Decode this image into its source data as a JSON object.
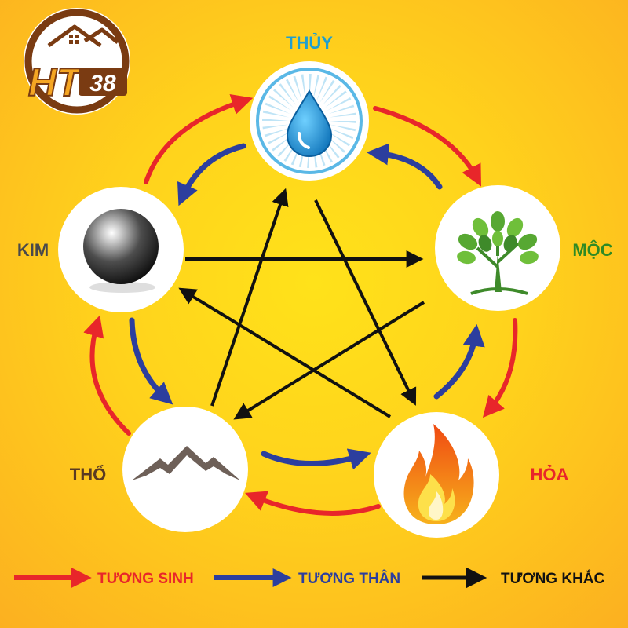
{
  "logo": {
    "text": "HT38",
    "main": "HT",
    "num": "38",
    "ring_color": "#7a3b12",
    "text_color": "#f5a623"
  },
  "elements": {
    "thuy": {
      "label": "THỦY",
      "color": "#1e9fd0",
      "icon": "water-drop-icon"
    },
    "moc": {
      "label": "MỘC",
      "color": "#2f8a24",
      "icon": "tree-icon"
    },
    "hoa": {
      "label": "HỎA",
      "color": "#e8262a",
      "icon": "fire-icon"
    },
    "tho": {
      "label": "THỔ",
      "color": "#5a3a22",
      "icon": "mountain-icon"
    },
    "kim": {
      "label": "KIM",
      "color": "#4a4a4a",
      "icon": "metal-ball-icon"
    }
  },
  "legend": {
    "sinh": {
      "label": "TƯƠNG SINH",
      "color": "#e8262a"
    },
    "than": {
      "label": "TƯƠNG THÂN",
      "color": "#2c3e9e"
    },
    "khac": {
      "label": "TƯƠNG KHẮC",
      "color": "#111111"
    }
  }
}
